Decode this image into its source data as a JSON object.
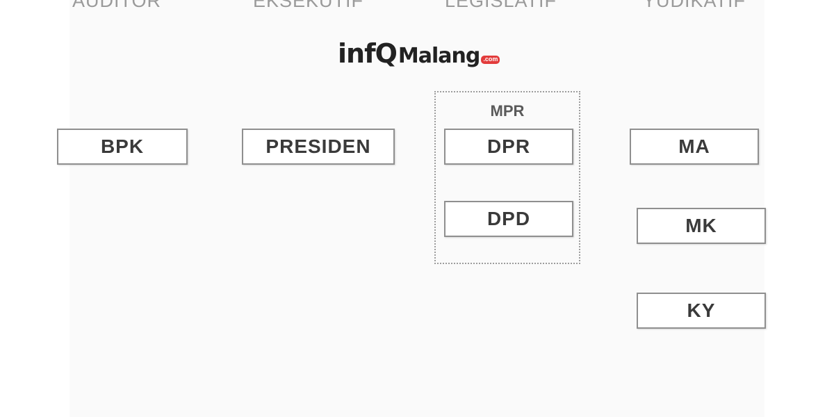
{
  "headers": {
    "auditor": "AUDITOR",
    "eksekutif": "EKSEKUTIF",
    "legislatif": "LEGISLATIF",
    "yudikatif": "YUDIKATIF"
  },
  "logo": {
    "info": "infQ",
    "malang": "Malang",
    "com": ".com"
  },
  "auditor": {
    "bpk": "BPK"
  },
  "eksekutif": {
    "presiden": "PRESIDEN"
  },
  "legislatif": {
    "group_label": "MPR",
    "dpr": "DPR",
    "dpd": "DPD"
  },
  "yudikatif": {
    "ma": "MA",
    "mk": "MK",
    "ky": "KY"
  },
  "colors": {
    "logo_accent": "#e23b3b",
    "box_border": "#8f8f8f",
    "header_text": "#9a9a9a"
  }
}
